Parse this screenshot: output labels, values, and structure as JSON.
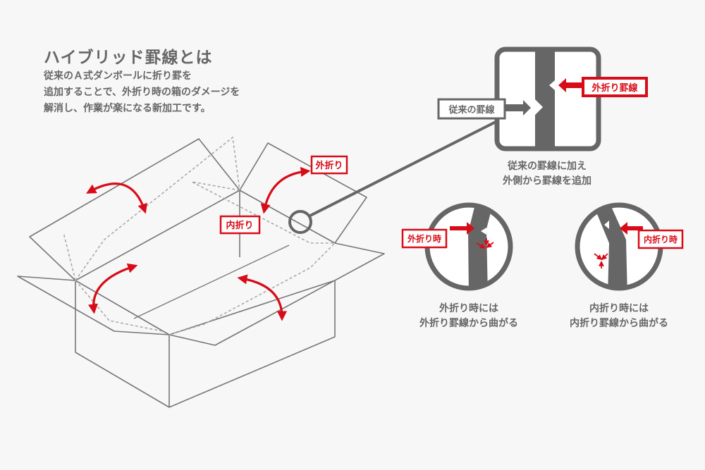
{
  "title": "ハイブリッド罫線とは",
  "description": [
    "従来のＡ式ダンボールに折り罫を",
    "追加することで、外折り時の箱のダメージを",
    "解消し、作業が楽になる新加工です。"
  ],
  "box_labels": {
    "outer_fold": "外折り",
    "inner_fold": "内折り"
  },
  "detail": {
    "conventional_label": "従来の罫線",
    "outer_fold_crease_label": "外折り罫線",
    "caption": [
      "従来の罫線に加え",
      "外側から罫線を追加"
    ]
  },
  "outer_case": {
    "label": "外折り時",
    "caption": [
      "外折り時には",
      "外折り罫線から曲がる"
    ]
  },
  "inner_case": {
    "label": "内折り時",
    "caption": [
      "内折り時には",
      "内折り罫線から曲がる"
    ]
  },
  "colors": {
    "accent_red": "#d80c18",
    "gray": "#666666",
    "line_gray": "#777777",
    "dotted_gray": "#aaaaaa",
    "background": "#f7f7f7"
  }
}
